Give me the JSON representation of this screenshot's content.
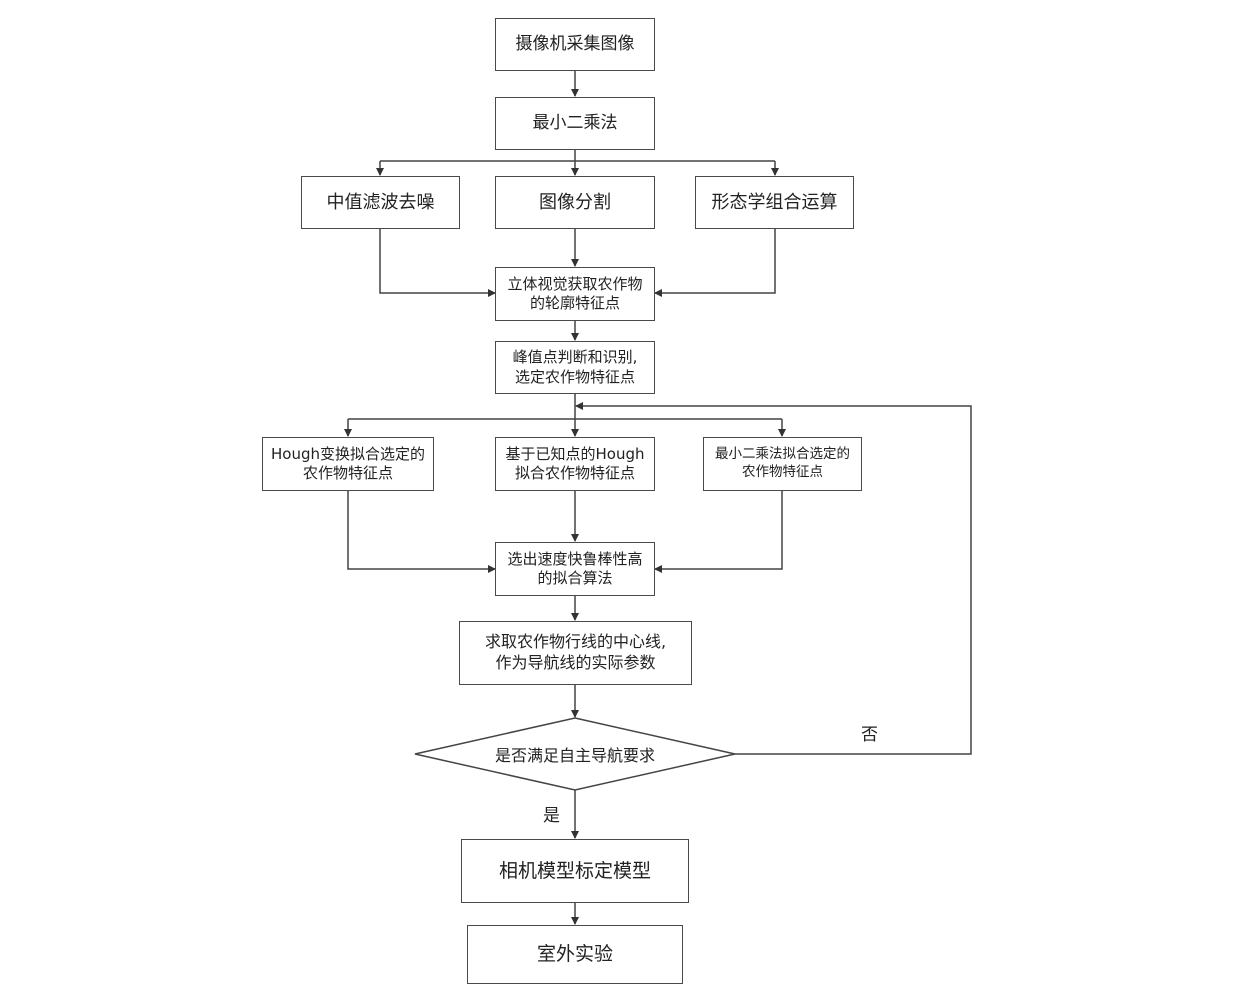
{
  "nodes": {
    "capture": "摄像机采集图像",
    "least_squares": "最小二乘法",
    "median_filter": "中值滤波去噪",
    "segmentation": "图像分割",
    "morphology": "形态学组合运算",
    "stereo_l1": "立体视觉获取农作物",
    "stereo_l2": "的轮廓特征点",
    "peak_l1": "峰值点判断和识别,",
    "peak_l2": "选定农作物特征点",
    "hough_l1": "Hough变换拟合选定的",
    "hough_l2": "农作物特征点",
    "known_hough_l1": "基于已知点的Hough",
    "known_hough_l2": "拟合农作物特征点",
    "ls_fit_l1": "最小二乘法拟合选定的",
    "ls_fit_l2": "农作物特征点",
    "select_l1": "选出速度快鲁棒性高",
    "select_l2": "的拟合算法",
    "centerline_l1": "求取农作物行线的中心线,",
    "centerline_l2": "作为导航线的实际参数",
    "decision": "是否满足自主导航要求",
    "camera_model": "相机模型标定模型",
    "experiment": "室外实验"
  },
  "labels": {
    "no": "否",
    "yes": "是"
  }
}
